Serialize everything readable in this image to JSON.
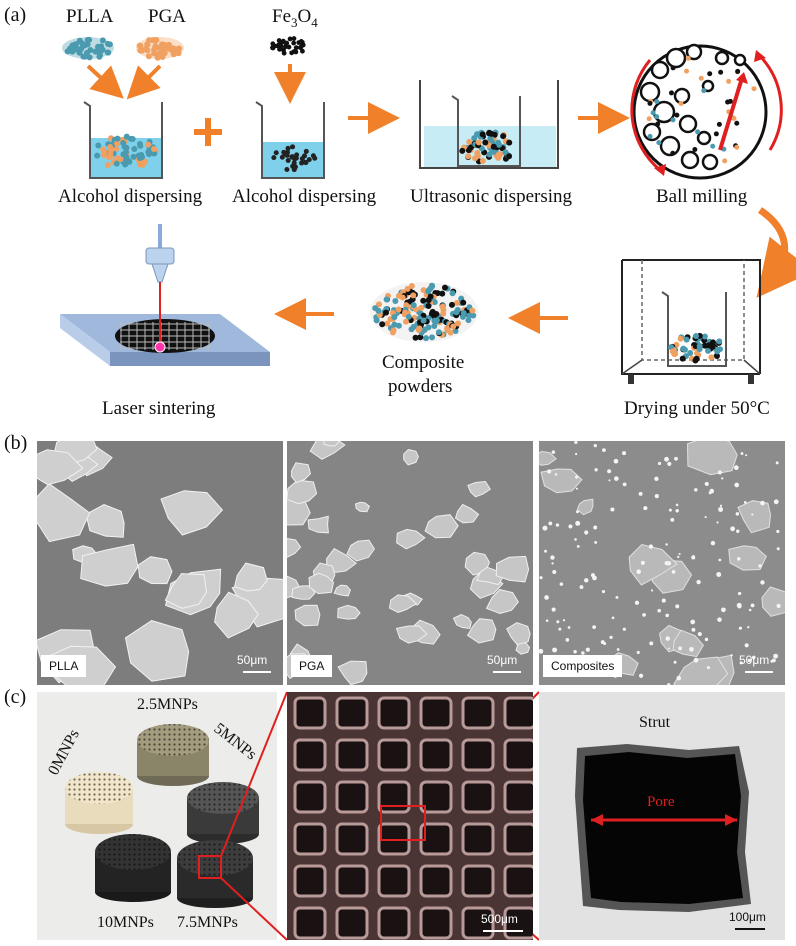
{
  "panel_a": {
    "letter": "(a)",
    "materials": {
      "plla": "PLLA",
      "pga": "PGA",
      "fe3o4_base": "Fe",
      "fe3o4_sub1": "3",
      "fe3o4_mid": "O",
      "fe3o4_sub2": "4"
    },
    "steps": {
      "alcohol1": "Alcohol dispersing",
      "alcohol2": "Alcohol dispersing",
      "ultrasonic": "Ultrasonic dispersing",
      "ball_milling": "Ball milling",
      "drying": "Drying under 50°C",
      "composite_line1": "Composite",
      "composite_line2": "powders",
      "laser": "Laser sintering"
    }
  },
  "panel_b": {
    "letter": "(b)",
    "images": [
      {
        "tag": "PLLA",
        "scale": "50μm"
      },
      {
        "tag": "PGA",
        "scale": "50μm"
      },
      {
        "tag": "Composites",
        "scale": "50μm"
      }
    ]
  },
  "panel_c": {
    "letter": "(c)",
    "samples": {
      "s0": "0MNPs",
      "s25": "2.5MNPs",
      "s5": "5MNPs",
      "s10": "10MNPs",
      "s75": "7.5MNPs"
    },
    "micro_scale": "500μm",
    "pore_view": {
      "strut": "Strut",
      "pore": "Pore",
      "scale": "100μm"
    }
  },
  "colors": {
    "arrow_orange": "#f0802a",
    "plla_blue": "#4a9ab0",
    "pga_orange": "#f0a060",
    "water_blue": "#7fd0ea",
    "highlight_red": "#e02020"
  }
}
